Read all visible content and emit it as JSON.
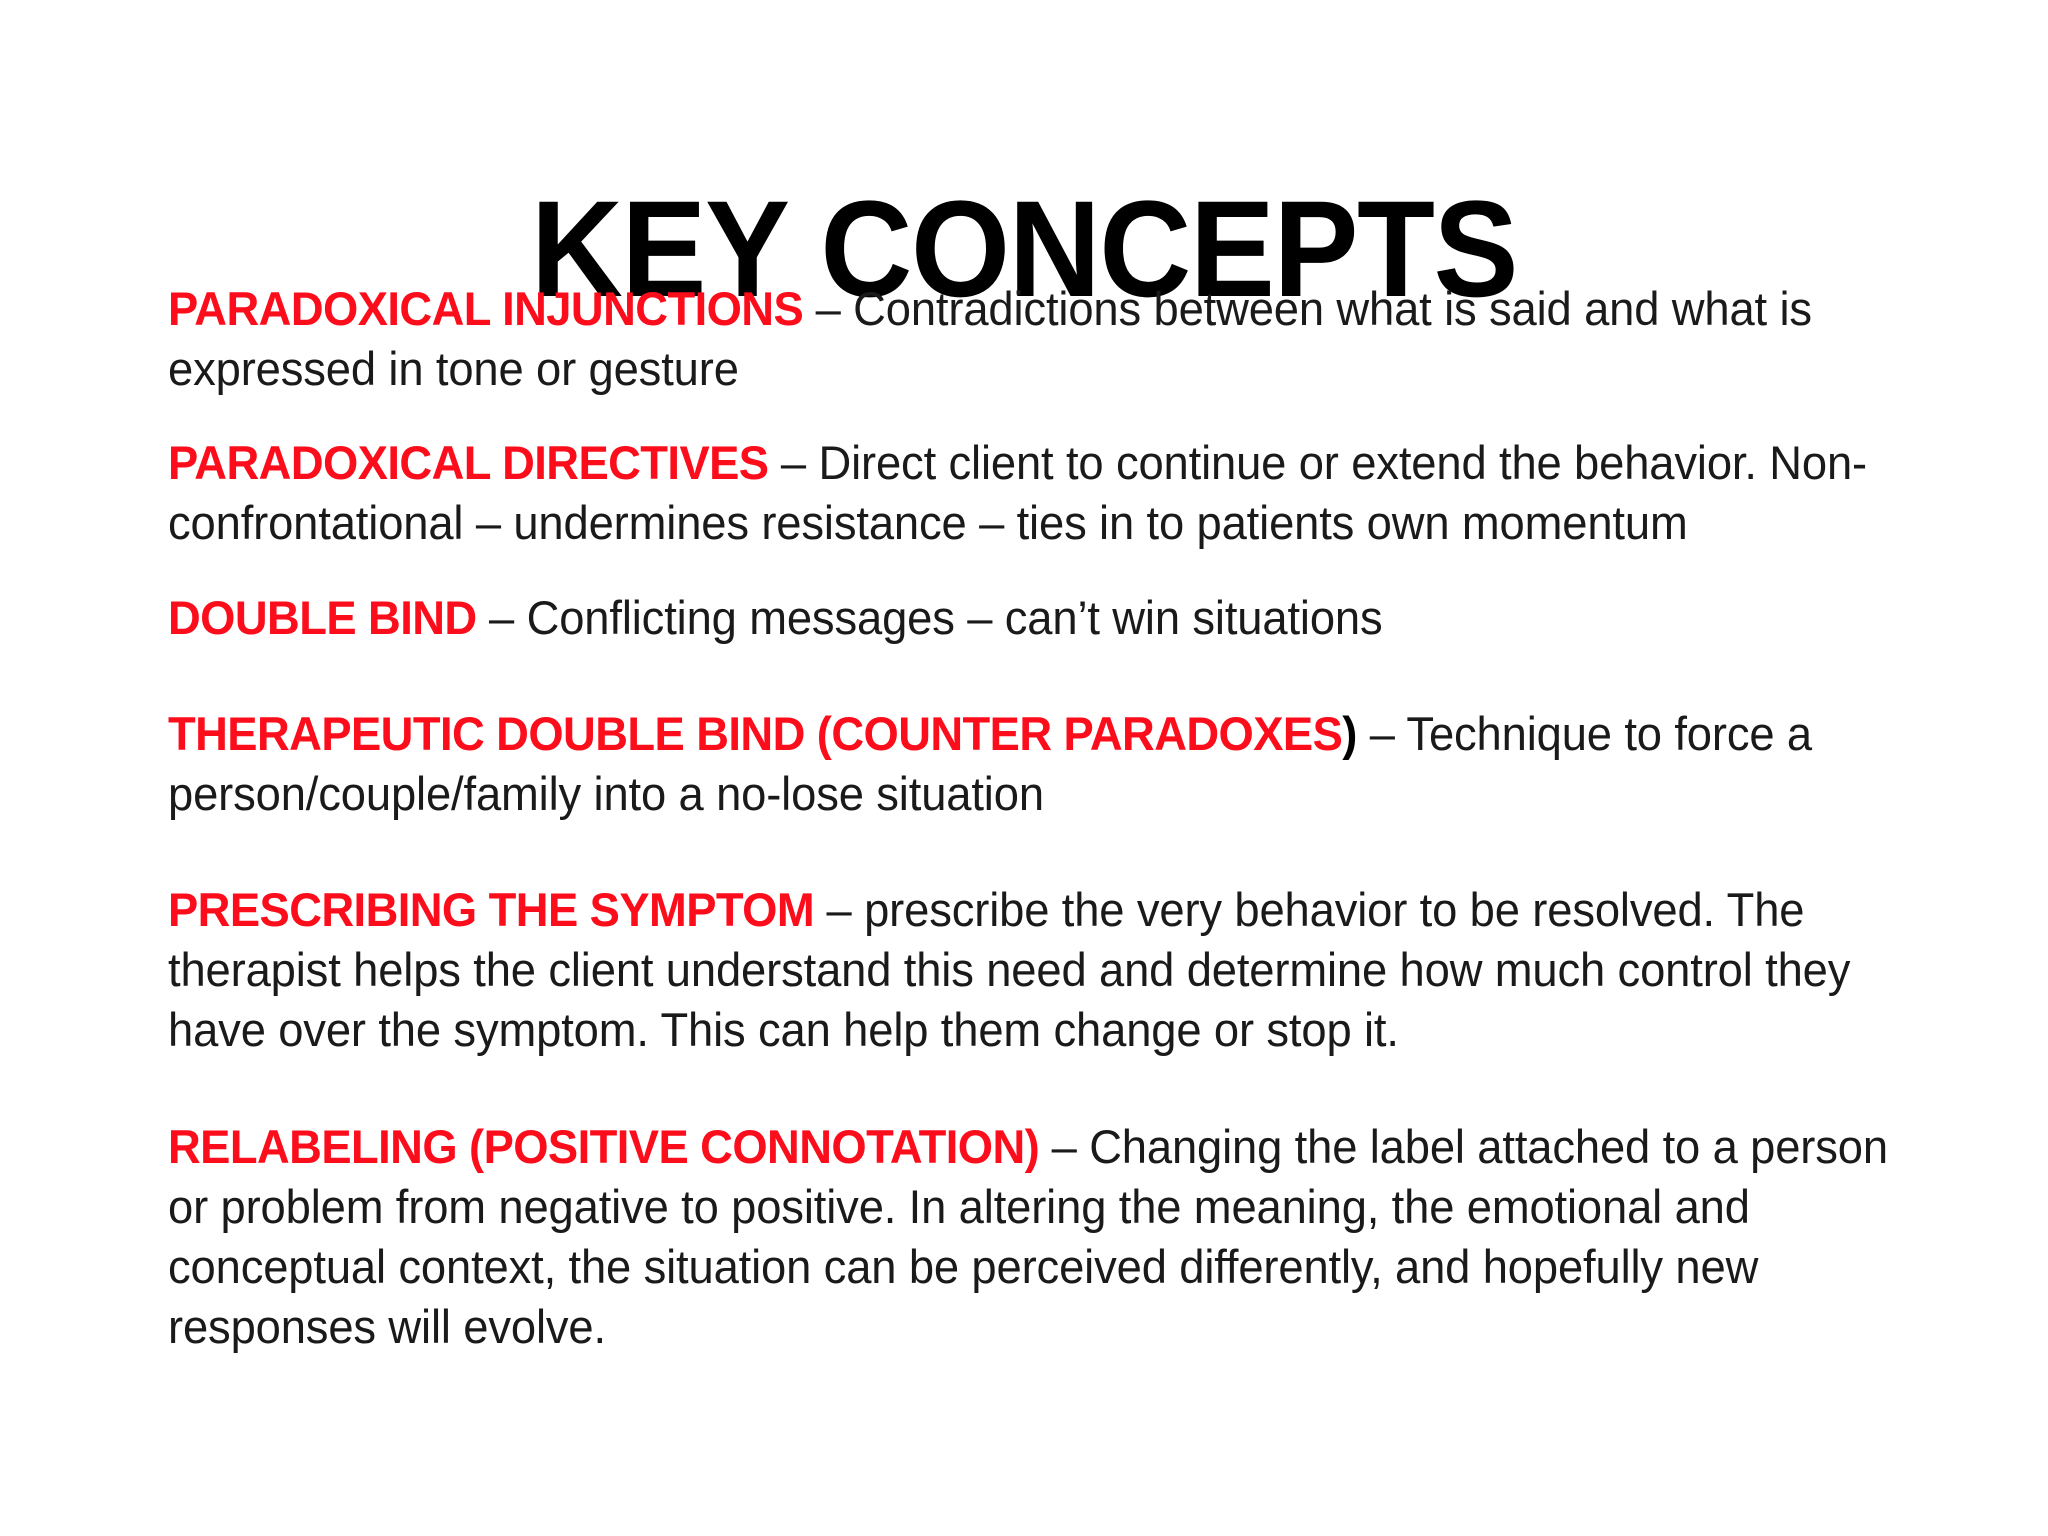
{
  "slide": {
    "title": "KEY CONCEPTS",
    "background_color": "#FFFFFF",
    "accent_color": "#FC0D1B",
    "text_color": "#1A1A1A"
  },
  "concepts": [
    {
      "term": "PARADOXICAL INJUNCTIONS",
      "term_tail": "",
      "description": " – Contradictions between what is said and what is expressed in tone or gesture"
    },
    {
      "term": "PARADOXICAL DIRECTIVES",
      "term_tail": "",
      "description": " – Direct client to continue or extend the behavior. Non-confrontational – undermines resistance – ties in to patients own momentum"
    },
    {
      "term": "DOUBLE BIND",
      "term_tail": "",
      "description": " – Conflicting messages – can’t win situations"
    },
    {
      "term": "THERAPEUTIC DOUBLE BIND (COUNTER PARADOXES",
      "term_tail": ")",
      "description": " – Technique to force a person/couple/family into a no-lose situation"
    },
    {
      "term": "PRESCRIBING THE SYMPTOM",
      "term_tail": "",
      "description": " – prescribe the very behavior to be resolved. The therapist helps the client understand this need and determine how much control they have over the symptom. This can help them change or stop it."
    },
    {
      "term": "RELABELING (POSITIVE CONNOTATION)",
      "term_tail": "",
      "description": " – Changing the label attached to a person or problem from negative to positive. In altering the meaning, the emotional and conceptual context, the situation can be perceived differently, and hopefully new responses will evolve."
    }
  ]
}
